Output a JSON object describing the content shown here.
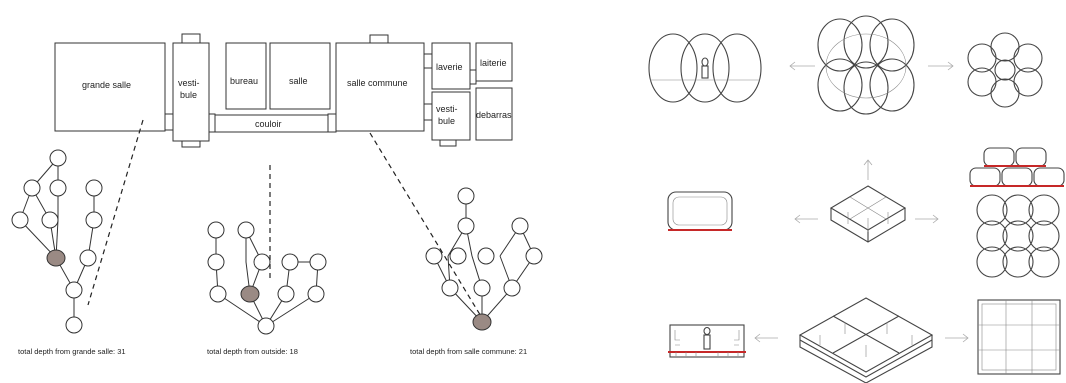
{
  "plan": {
    "rooms": {
      "grande_salle": "grande salle",
      "vestibule_left_1": "vesti-",
      "vestibule_left_2": "bule",
      "bureau": "bureau",
      "salle": "salle",
      "couloir": "couloir",
      "salle_commune": "salle commune",
      "laverie": "laverie",
      "laiterie": "laiterie",
      "vestibule_right_1": "vesti-",
      "vestibule_right_2": "bule",
      "debarras": "debarras"
    }
  },
  "graphs": [
    {
      "caption": "total depth from grande salle: 31"
    },
    {
      "caption": "total depth from outside: 18"
    },
    {
      "caption": "total depth from salle commune: 21"
    }
  ],
  "colors": {
    "highlight_node": "#9a8a84",
    "accent_red": "#c62828"
  }
}
